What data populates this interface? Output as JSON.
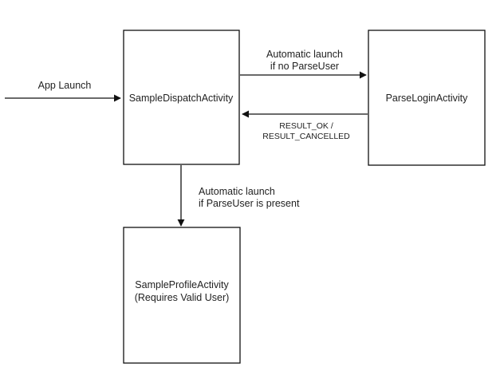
{
  "nodes": {
    "dispatch": {
      "label": "SampleDispatchActivity"
    },
    "login": {
      "label": "ParseLoginActivity"
    },
    "profile": {
      "lines": [
        "SampleProfileActivity",
        "(Requires Valid User)"
      ]
    }
  },
  "edges": {
    "app_launch": {
      "label": "App Launch"
    },
    "to_login": {
      "lines": [
        "Automatic launch",
        "if no ParseUser"
      ]
    },
    "from_login": {
      "lines": [
        "RESULT_OK /",
        "RESULT_CANCELLED"
      ]
    },
    "to_profile": {
      "lines": [
        "Automatic launch",
        "if ParseUser is present"
      ]
    }
  }
}
